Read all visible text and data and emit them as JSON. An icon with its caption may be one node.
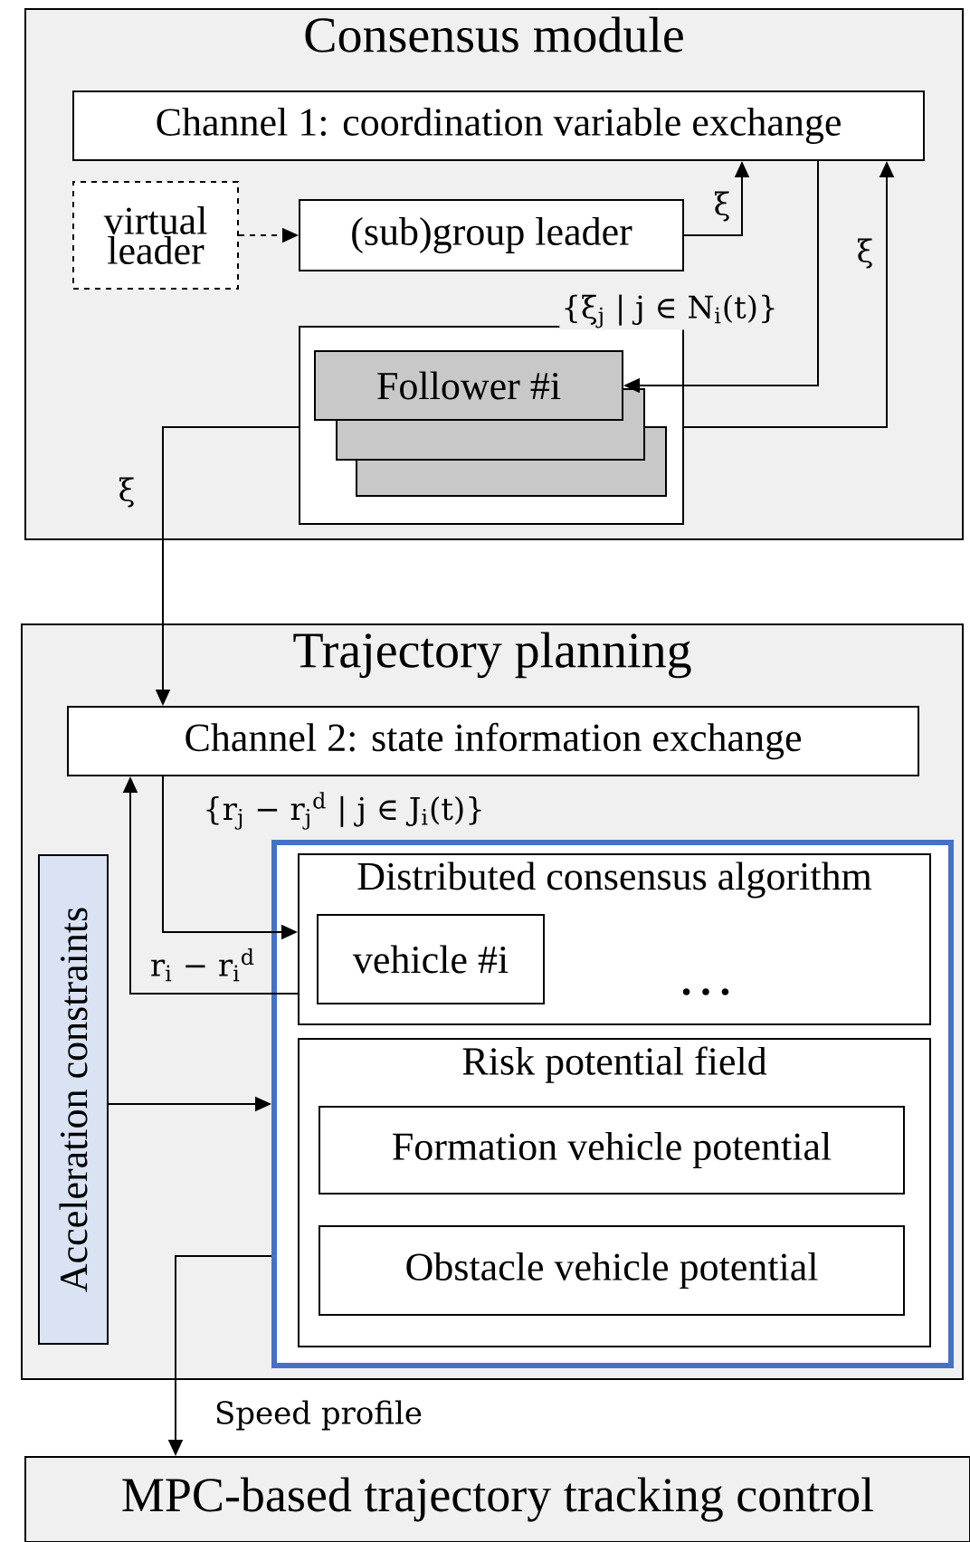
{
  "diagram": {
    "nodes": [
      {
        "text": [
          "Consensus module"
        ]
      },
      {
        "text": [
          "Channel 1: coordination variable exchange"
        ],
        "in": 0
      },
      {
        "text": [
          "virtual leader"
        ],
        "in": 0
      },
      {
        "text": [
          "(sub)group leader"
        ],
        "in": 0
      },
      {
        "text": [],
        "shape": "box",
        "in": 0
      },
      {
        "text": [
          "Follower #i"
        ],
        "in": 4
      },
      {
        "text": [],
        "shape": "box",
        "in": 4
      },
      {
        "text": [],
        "shape": "box",
        "in": 4
      },
      {
        "text": [
          "Trajectory planning"
        ]
      },
      {
        "text": [
          "Channel 2: state information exchange"
        ],
        "in": 8
      },
      {
        "text": [
          "Acceleration constraints"
        ],
        "in": 8
      },
      {
        "text": [],
        "shape": "box",
        "in": 8
      },
      {
        "text": [
          "Distributed consensus algorithm",
          "…"
        ],
        "in": 11
      },
      {
        "text": [
          "vehicle #i"
        ],
        "in": 12
      },
      {
        "text": [
          "Risk potential field"
        ],
        "in": 11
      },
      {
        "text": [
          "Formation vehicle potential"
        ],
        "in": 14
      },
      {
        "text": [
          "Obstacle vehicle potential"
        ],
        "in": 14
      },
      {
        "text": [
          "MPC-based trajectory tracking control"
        ]
      }
    ],
    "edges": [
      {
        "from": 2,
        "to": 3,
        "arrow": "to",
        "style": "dashed"
      },
      {
        "from": 3,
        "to": 1,
        "arrow": "to",
        "label": "ξ"
      },
      {
        "from": 1,
        "to": 5,
        "arrow": "to",
        "label": "{ξ$_{j}$ | j ∈ N$_{i}$(t)}"
      },
      {
        "from": 4,
        "to": 1,
        "arrow": "to",
        "label": "ξ"
      },
      {
        "from": 4,
        "to": 9,
        "arrow": "to",
        "label": "ξ"
      },
      {
        "from": 9,
        "to": 12,
        "arrow": "to",
        "label": "{r$_{j}$ − r$_{j}$$^{d}$ | j ∈ J$_{i}$(t)}"
      },
      {
        "from": 12,
        "to": 9,
        "arrow": "to",
        "label": "r$_{i}$ − r$_{i}$$^{d}$"
      },
      {
        "from": 10,
        "to": 11,
        "arrow": "to"
      },
      {
        "from": 11,
        "to": 17,
        "arrow": "to",
        "label": "Speed profile"
      }
    ]
  }
}
